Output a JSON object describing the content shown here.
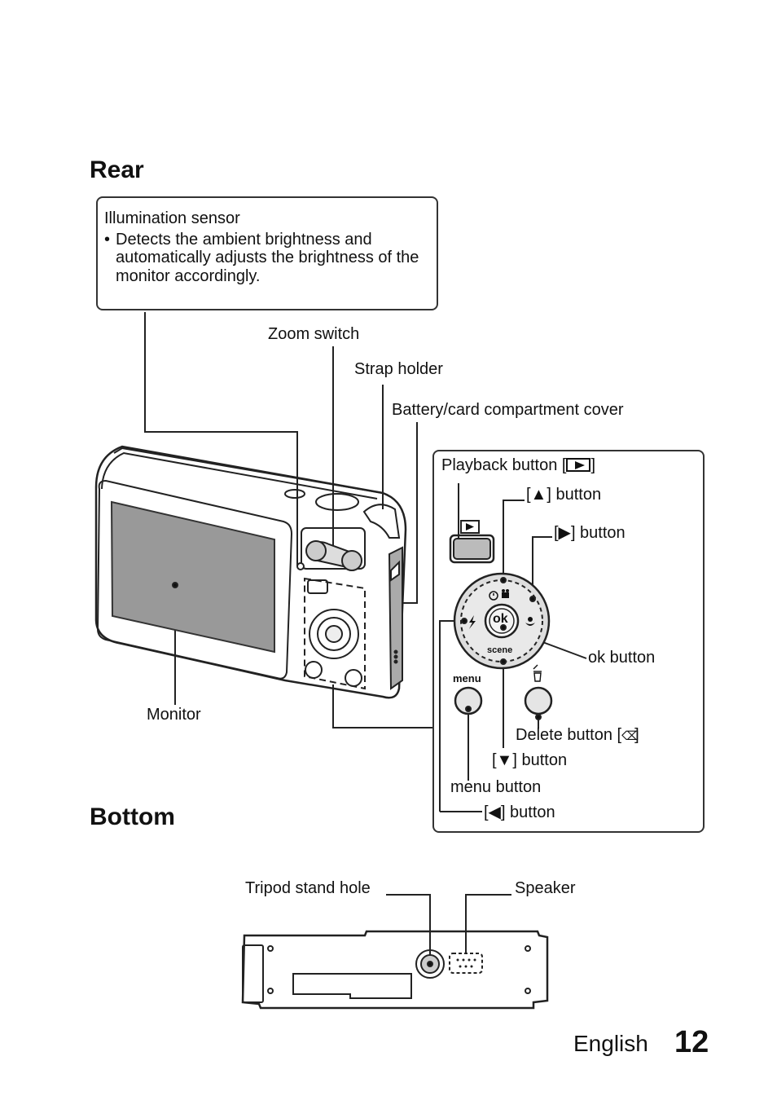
{
  "sections": {
    "rear_title": "Rear",
    "bottom_title": "Bottom"
  },
  "note": {
    "title": "Illumination sensor",
    "bullet": "Detects the ambient brightness and automatically adjusts the brightness of the monitor accordingly."
  },
  "rear_labels": {
    "zoom_switch": "Zoom switch",
    "strap_holder": "Strap holder",
    "battery_cover": "Battery/card compartment cover",
    "monitor": "Monitor"
  },
  "panel_labels": {
    "playback": "Playback button [",
    "playback_end": "]",
    "up": "[▲] button",
    "right": "[▶] button",
    "ok": "ok button",
    "delete": "Delete button [",
    "delete_end": "]",
    "down": "[▼] button",
    "menu": "menu button",
    "left": "[◀] button"
  },
  "button_marks": {
    "ok": "ok",
    "scene": "scene",
    "menu": "menu"
  },
  "bottom_labels": {
    "tripod": "Tripod stand hole",
    "speaker": "Speaker"
  },
  "footer": {
    "language": "English",
    "page_number": "12"
  },
  "icons": [
    "playback-icon",
    "delete-icon",
    "self-timer-icon",
    "movie-icon",
    "flash-icon",
    "macro-icon"
  ]
}
